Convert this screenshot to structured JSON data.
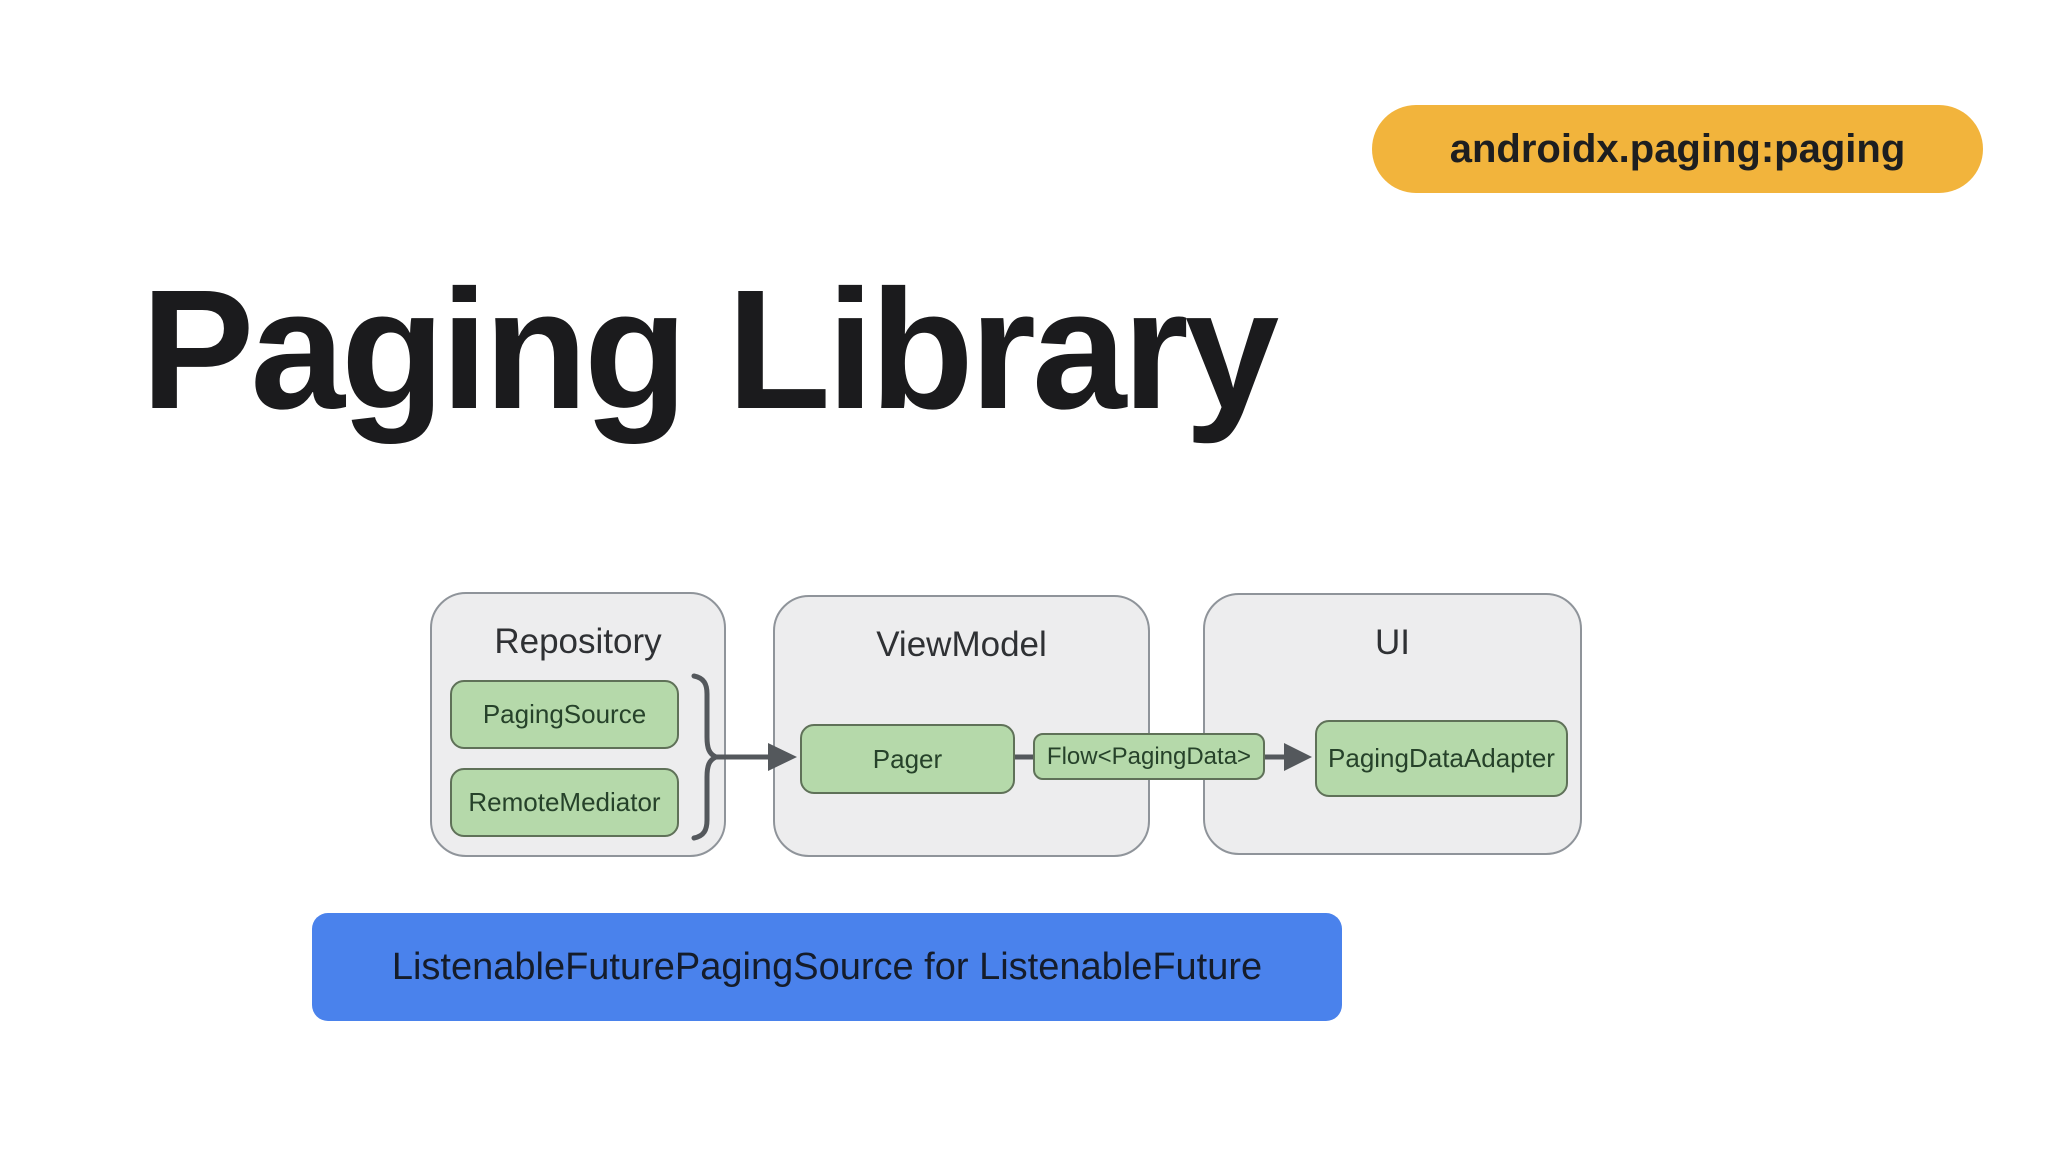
{
  "badge": {
    "label": "androidx.paging:paging",
    "bg_color": "#F2B43C"
  },
  "title": "Paging Library",
  "diagram": {
    "groups": [
      {
        "label": "Repository",
        "children": [
          "PagingSource",
          "RemoteMediator"
        ]
      },
      {
        "label": "ViewModel",
        "children": [
          "Pager"
        ]
      },
      {
        "label": "UI",
        "children": [
          "PagingDataAdapter"
        ]
      }
    ],
    "flow_label": "Flow<PagingData>",
    "colors": {
      "chip_fill": "#B5D9AA",
      "chip_border": "#5F7158",
      "group_fill": "#EDEDEE",
      "group_border": "#8F949A",
      "connector": "#54585C"
    }
  },
  "banner": {
    "label": "ListenableFuturePagingSource for ListenableFuture",
    "bg_color": "#4A82EC"
  }
}
